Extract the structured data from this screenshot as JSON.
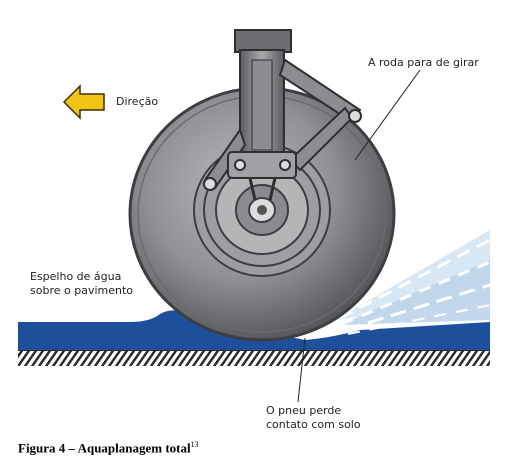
{
  "labels": {
    "direction": "Direção",
    "wheel_stops": "A roda para de girar",
    "water_film_line1": "Espelho de água",
    "water_film_line2": "sobre o pavimento",
    "tire_loses_line1": "O pneu perde",
    "tire_loses_line2": "contato com solo"
  },
  "caption": {
    "text": "Figura 4 – Aquaplanagem total",
    "ref": "13"
  },
  "colors": {
    "arrow": "#f2c416",
    "water": "#1e4f9a",
    "tire": "#8f9093",
    "ground_hatch": "#2b2b2b"
  }
}
